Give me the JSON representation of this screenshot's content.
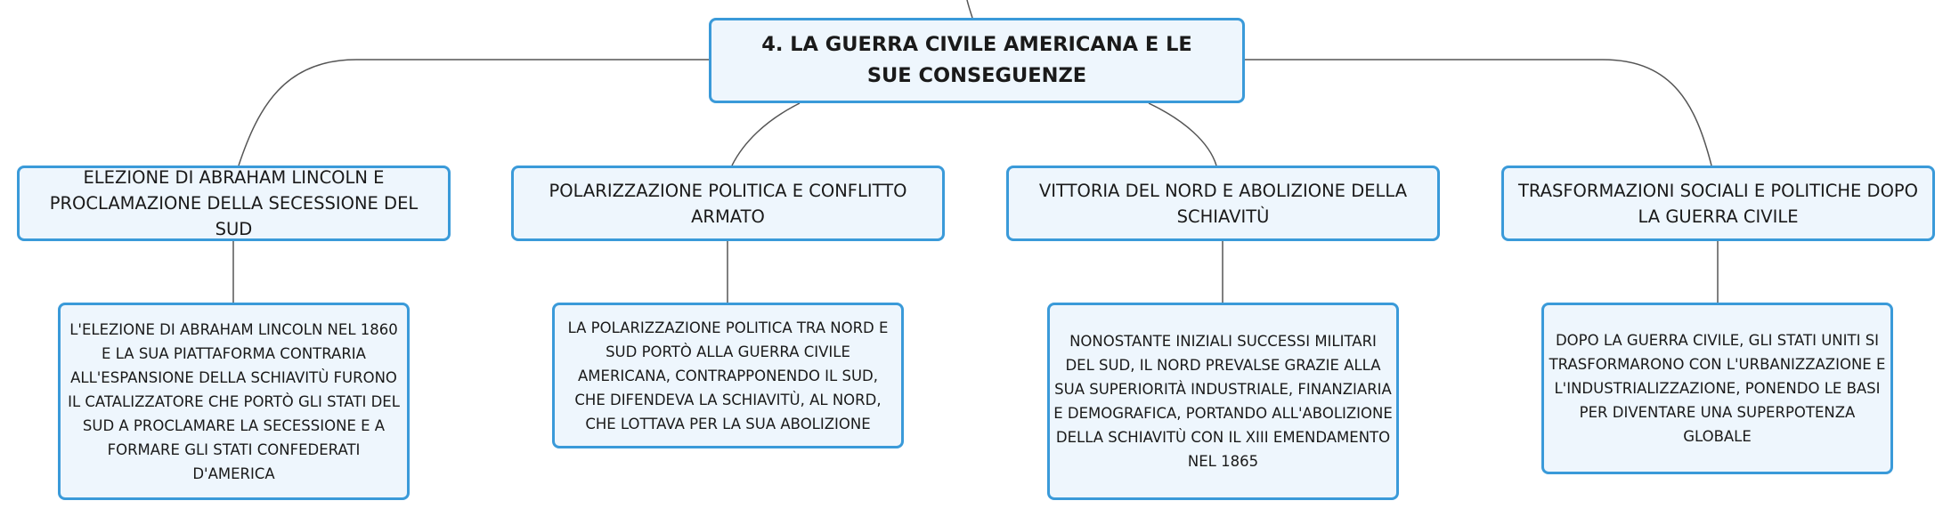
{
  "diagram": {
    "root": "4. LA GUERRA CIVILE AMERICANA E LE SUE CONSEGUENZE",
    "branches": [
      {
        "topic": "ELEZIONE DI ABRAHAM LINCOLN E PROCLAMAZIONE DELLA SECESSIONE DEL SUD",
        "detail": "L'ELEZIONE DI ABRAHAM LINCOLN NEL 1860 E LA SUA PIATTAFORMA CONTRARIA ALL'ESPANSIONE DELLA SCHIAVITÙ FURONO IL CATALIZZATORE CHE PORTÒ GLI STATI DEL SUD A PROCLAMARE LA SECESSIONE E A FORMARE GLI STATI CONFEDERATI D'AMERICA"
      },
      {
        "topic": "POLARIZZAZIONE POLITICA E CONFLITTO ARMATO",
        "detail": "LA POLARIZZAZIONE POLITICA TRA NORD E SUD PORTÒ ALLA GUERRA CIVILE AMERICANA, CONTRAPPONENDO IL SUD, CHE DIFENDEVA LA SCHIAVITÙ, AL NORD, CHE LOTTAVA PER LA SUA ABOLIZIONE"
      },
      {
        "topic": "VITTORIA DEL NORD E ABOLIZIONE DELLA SCHIAVITÙ",
        "detail": "NONOSTANTE INIZIALI SUCCESSI MILITARI DEL SUD, IL NORD PREVALSE GRAZIE ALLA SUA SUPERIORITÀ INDUSTRIALE, FINANZIARIA E DEMOGRAFICA, PORTANDO ALL'ABOLIZIONE DELLA SCHIAVITÙ CON IL XIII EMENDAMENTO NEL 1865"
      },
      {
        "topic": "TRASFORMAZIONI SOCIALI E POLITICHE DOPO LA GUERRA CIVILE",
        "detail": "DOPO LA GUERRA CIVILE, GLI STATI UNITI SI TRASFORMARONO CON L'URBANIZZAZIONE E L'INDUSTRIALIZZAZIONE, PONENDO LE BASI PER DIVENTARE UNA SUPERPOTENZA GLOBALE"
      }
    ]
  },
  "colors": {
    "node_fill": "#eef6fd",
    "node_border": "#3a9ad9",
    "connector": "#555555",
    "text": "#1a1a1a"
  }
}
